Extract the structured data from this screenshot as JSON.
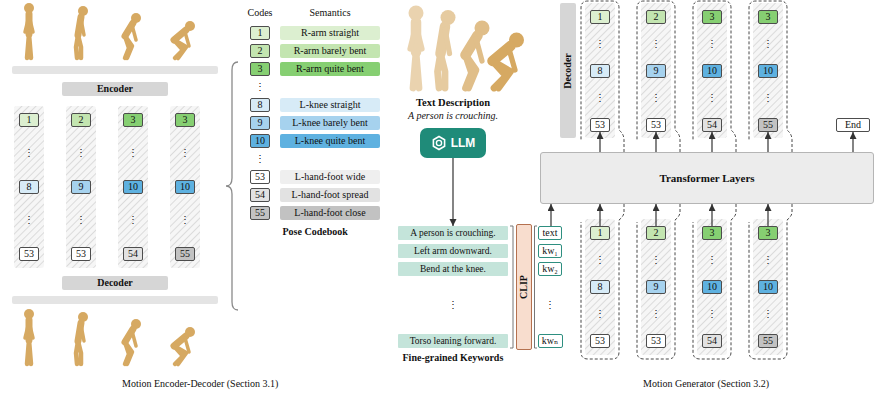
{
  "diagram": {
    "nodes": [
      {
        "text": [
          "Encoder"
        ]
      },
      {
        "text": [
          "1"
        ]
      },
      {
        "text": [
          "8"
        ]
      },
      {
        "text": [
          "53"
        ]
      },
      {
        "text": [
          "2"
        ]
      },
      {
        "text": [
          "9"
        ]
      },
      {
        "text": [
          "53"
        ]
      },
      {
        "text": [
          "3"
        ]
      },
      {
        "text": [
          "10"
        ]
      },
      {
        "text": [
          "54"
        ]
      },
      {
        "text": [
          "3"
        ]
      },
      {
        "text": [
          "10"
        ]
      },
      {
        "text": [
          "55"
        ]
      },
      {
        "text": [
          "Decoder"
        ]
      },
      {
        "text": [
          "1"
        ]
      },
      {
        "text": [
          "R-arm straight"
        ]
      },
      {
        "text": [
          "2"
        ]
      },
      {
        "text": [
          "R-arm barely bent"
        ]
      },
      {
        "text": [
          "3"
        ]
      },
      {
        "text": [
          "R-arm quite bent"
        ]
      },
      {
        "text": [
          "8"
        ]
      },
      {
        "text": [
          "L-knee straight"
        ]
      },
      {
        "text": [
          "9"
        ]
      },
      {
        "text": [
          "L-knee barely bent"
        ]
      },
      {
        "text": [
          "10"
        ]
      },
      {
        "text": [
          "L-knee quite bent"
        ]
      },
      {
        "text": [
          "53"
        ]
      },
      {
        "text": [
          "L-hand-foot wide"
        ]
      },
      {
        "text": [
          "54"
        ]
      },
      {
        "text": [
          "L-hand-foot spread"
        ]
      },
      {
        "text": [
          "55"
        ]
      },
      {
        "text": [
          "L-hand-foot close"
        ]
      },
      {
        "text": [
          "Decoder"
        ]
      },
      {
        "text": [
          "1"
        ]
      },
      {
        "text": [
          "8"
        ]
      },
      {
        "text": [
          "53"
        ]
      },
      {
        "text": [
          "2"
        ]
      },
      {
        "text": [
          "9"
        ]
      },
      {
        "text": [
          "53"
        ]
      },
      {
        "text": [
          "3"
        ]
      },
      {
        "text": [
          "10"
        ]
      },
      {
        "text": [
          "54"
        ]
      },
      {
        "text": [
          "3"
        ]
      },
      {
        "text": [
          "10"
        ]
      },
      {
        "text": [
          "55"
        ]
      },
      {
        "text": [
          "End"
        ]
      },
      {
        "text": [
          "Transformer Layers"
        ]
      },
      {
        "text": [
          "LLM"
        ]
      },
      {
        "text": [
          "A person is crouching."
        ]
      },
      {
        "text": [
          "Left arm downward."
        ]
      },
      {
        "text": [
          "Bend at the knee."
        ]
      },
      {
        "text": [
          "Torso leaning forward."
        ]
      },
      {
        "text": [
          "CLIP"
        ]
      },
      {
        "text": [
          "text"
        ]
      },
      {
        "text": [
          "kw₁"
        ]
      },
      {
        "text": [
          "kw₂"
        ]
      },
      {
        "text": [
          "kwₙ"
        ]
      },
      {
        "text": [
          "1"
        ]
      },
      {
        "text": [
          "8"
        ]
      },
      {
        "text": [
          "53"
        ]
      },
      {
        "text": [
          "2"
        ]
      },
      {
        "text": [
          "9"
        ]
      },
      {
        "text": [
          "53"
        ]
      },
      {
        "text": [
          "3"
        ]
      },
      {
        "text": [
          "10"
        ]
      },
      {
        "text": [
          "54"
        ]
      },
      {
        "text": [
          "3"
        ]
      },
      {
        "text": [
          "10"
        ]
      },
      {
        "text": [
          "55"
        ]
      }
    ],
    "edges": [
      {
        "from": 47,
        "to": 48,
        "arrow": "to"
      },
      {
        "from": 53,
        "to": 46,
        "arrow": "to"
      },
      {
        "from": 57,
        "to": 46,
        "arrow": "to"
      },
      {
        "from": 60,
        "to": 46,
        "arrow": "to"
      },
      {
        "from": 63,
        "to": 46,
        "arrow": "to"
      },
      {
        "from": 66,
        "to": 46,
        "arrow": "to"
      },
      {
        "from": 46,
        "to": 35,
        "arrow": "to"
      },
      {
        "from": 46,
        "to": 38,
        "arrow": "to"
      },
      {
        "from": 46,
        "to": 41,
        "arrow": "to"
      },
      {
        "from": 46,
        "to": 44,
        "arrow": "to"
      },
      {
        "from": 46,
        "to": 45,
        "arrow": "to"
      }
    ],
    "labels": [
      "Codes",
      "Semantics",
      "⋮",
      "⋮",
      "Pose Codebook",
      "⋮",
      "⋮",
      "⋮",
      "⋮",
      "⋮",
      "⋮",
      "⋮",
      "⋮",
      "Motion Encoder-Decoder (Section 3.1)",
      "Text Description",
      "A person is crouching.",
      "⋮",
      "Fine-grained Keywords",
      "⋮",
      "⋮",
      "⋮",
      "⋮",
      "⋮",
      "⋮",
      "⋮",
      "⋮",
      "⋮",
      "⋮",
      "⋮",
      "⋮",
      "⋮",
      "⋮",
      "⋮",
      "⋮",
      "⋮",
      "Motion Generator (Section 3.2)"
    ]
  }
}
